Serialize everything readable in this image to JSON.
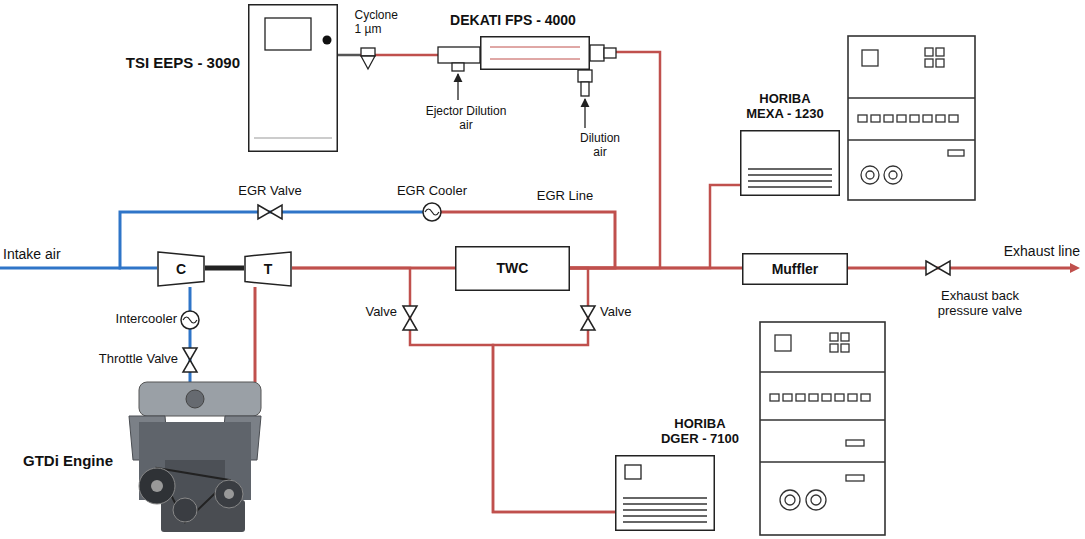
{
  "diagram": {
    "nodes": [
      {
        "text": [
          "TSI EEPS - 3090"
        ]
      },
      {
        "text": [
          "DEKATI FPS - 4000"
        ]
      },
      {
        "text": [
          "HORIBA MEXA - 1230"
        ]
      },
      {
        "text": [
          "C"
        ]
      },
      {
        "text": [
          "T"
        ]
      },
      {
        "text": [
          "TWC"
        ]
      },
      {
        "text": [
          "Muffler"
        ]
      },
      {
        "text": [
          "GTDi Engine"
        ]
      },
      {
        "text": [
          "HORIBA DGER - 7100"
        ]
      }
    ],
    "edges": [
      {
        "from": 1,
        "to": 0,
        "arrow": "none"
      },
      {
        "from": 3,
        "to": 4,
        "arrow": "none"
      },
      {
        "from": 3,
        "to": 7,
        "arrow": "none"
      },
      {
        "from": 7,
        "to": 4,
        "arrow": "none"
      },
      {
        "from": 4,
        "to": 5,
        "arrow": "none"
      },
      {
        "from": 5,
        "to": 6,
        "arrow": "none"
      },
      {
        "from": 5,
        "to": 1,
        "arrow": "none"
      },
      {
        "from": 5,
        "to": 2,
        "arrow": "none"
      },
      {
        "from": 4,
        "to": 8,
        "arrow": "none"
      },
      {
        "from": 5,
        "to": 8,
        "arrow": "none"
      },
      {
        "from": 5,
        "to": 3,
        "arrow": "none"
      }
    ],
    "labels": [
      "Cyclone 1 µm",
      "Ejector Dilution air",
      "Dilution air",
      "EGR Valve",
      "EGR Cooler",
      "EGR Line",
      "Intake air",
      "Valve",
      "Valve",
      "Intercooler",
      "Throttle Valve",
      "Exhaust line",
      "Exhaust back pressure valve"
    ]
  }
}
